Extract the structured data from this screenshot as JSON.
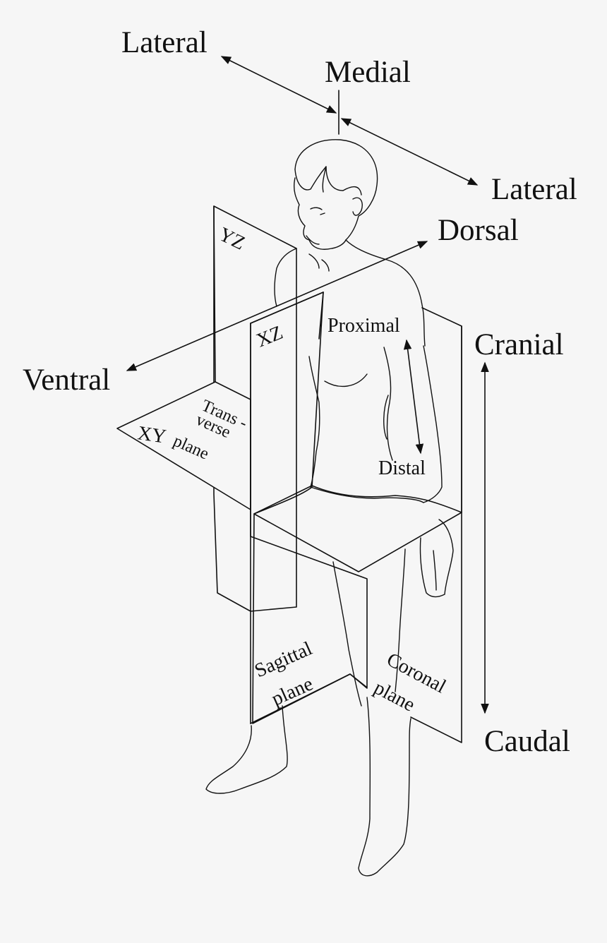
{
  "directions": {
    "lateral_left": "Lateral",
    "medial": "Medial",
    "lateral_right": "Lateral",
    "dorsal": "Dorsal",
    "ventral": "Ventral",
    "cranial": "Cranial",
    "caudal": "Caudal",
    "proximal": "Proximal",
    "distal": "Distal"
  },
  "planes": {
    "yz": "YZ",
    "xz": "XZ",
    "xy": "XY",
    "transverse_line1": "Trans -",
    "transverse_line2": "verse",
    "transverse_line3": "plane",
    "sagittal_line1": "Sagittal",
    "sagittal_line2": "plane",
    "coronal_line1": "Coronal",
    "coronal_line2": "plane"
  },
  "colors": {
    "background": "#f6f6f6",
    "ink": "#111111"
  }
}
